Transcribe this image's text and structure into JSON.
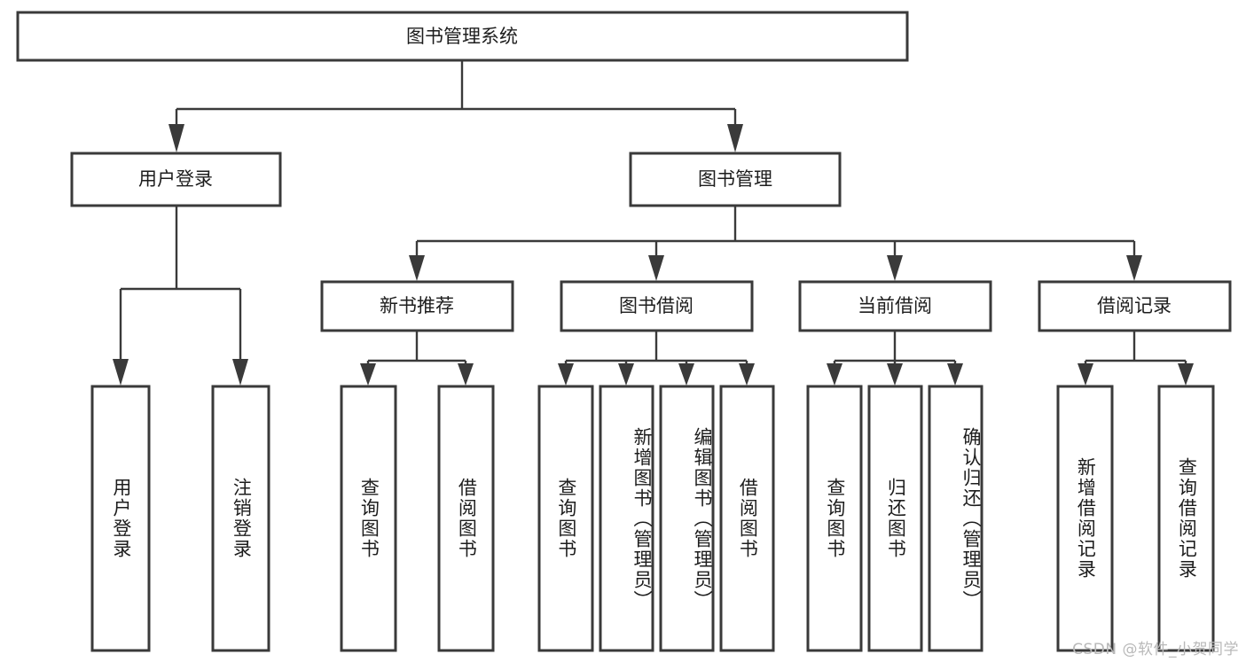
{
  "diagram": {
    "type": "tree-hierarchy",
    "title": "图书管理系统",
    "root": {
      "id": "root",
      "label": "图书管理系统",
      "orientation": "horizontal"
    },
    "level2": [
      {
        "id": "user-login",
        "label": "用户登录",
        "orientation": "horizontal"
      },
      {
        "id": "book-manage",
        "label": "图书管理",
        "orientation": "horizontal"
      }
    ],
    "level3": [
      {
        "id": "new-book-recommend",
        "label": "新书推荐",
        "orientation": "horizontal",
        "parent": "book-manage"
      },
      {
        "id": "book-borrow",
        "label": "图书借阅",
        "orientation": "horizontal",
        "parent": "book-manage"
      },
      {
        "id": "current-borrow",
        "label": "当前借阅",
        "orientation": "horizontal",
        "parent": "book-manage"
      },
      {
        "id": "borrow-record",
        "label": "借阅记录",
        "orientation": "horizontal",
        "parent": "book-manage"
      }
    ],
    "leaves": [
      {
        "id": "leaf-user-login",
        "label": "用户登录",
        "orientation": "vertical",
        "parent": "user-login"
      },
      {
        "id": "leaf-logout-login",
        "label": "注销登录",
        "orientation": "vertical",
        "parent": "user-login"
      },
      {
        "id": "leaf-query-book-1",
        "label": "查询图书",
        "orientation": "vertical",
        "parent": "new-book-recommend"
      },
      {
        "id": "leaf-borrow-book-1",
        "label": "借阅图书",
        "orientation": "vertical",
        "parent": "new-book-recommend"
      },
      {
        "id": "leaf-query-book-2",
        "label": "查询图书",
        "orientation": "vertical",
        "parent": "book-borrow"
      },
      {
        "id": "leaf-add-book",
        "label": "新增图书（管理员）",
        "orientation": "vertical",
        "parent": "book-borrow"
      },
      {
        "id": "leaf-edit-book",
        "label": "编辑图书（管理员）",
        "orientation": "vertical",
        "parent": "book-borrow"
      },
      {
        "id": "leaf-borrow-book-2",
        "label": "借阅图书",
        "orientation": "vertical",
        "parent": "book-borrow"
      },
      {
        "id": "leaf-query-book-3",
        "label": "查询图书",
        "orientation": "vertical",
        "parent": "current-borrow"
      },
      {
        "id": "leaf-return-book",
        "label": "归还图书",
        "orientation": "vertical",
        "parent": "current-borrow"
      },
      {
        "id": "leaf-confirm-return",
        "label": "确认归还（管理员）",
        "orientation": "vertical",
        "parent": "current-borrow"
      },
      {
        "id": "leaf-add-record",
        "label": "新增借阅记录",
        "orientation": "vertical",
        "parent": "borrow-record"
      },
      {
        "id": "leaf-query-record",
        "label": "查询借阅记录",
        "orientation": "vertical",
        "parent": "borrow-record"
      }
    ],
    "colors": {
      "box_stroke": "#3a3a3a",
      "box_fill": "#ffffff",
      "connector": "#3a3a3a",
      "text": "#1d1d1d",
      "background": "#ffffff",
      "watermark": "#b9b9b9"
    }
  },
  "watermark": {
    "text": "CSDN @软件_小贺同学"
  }
}
